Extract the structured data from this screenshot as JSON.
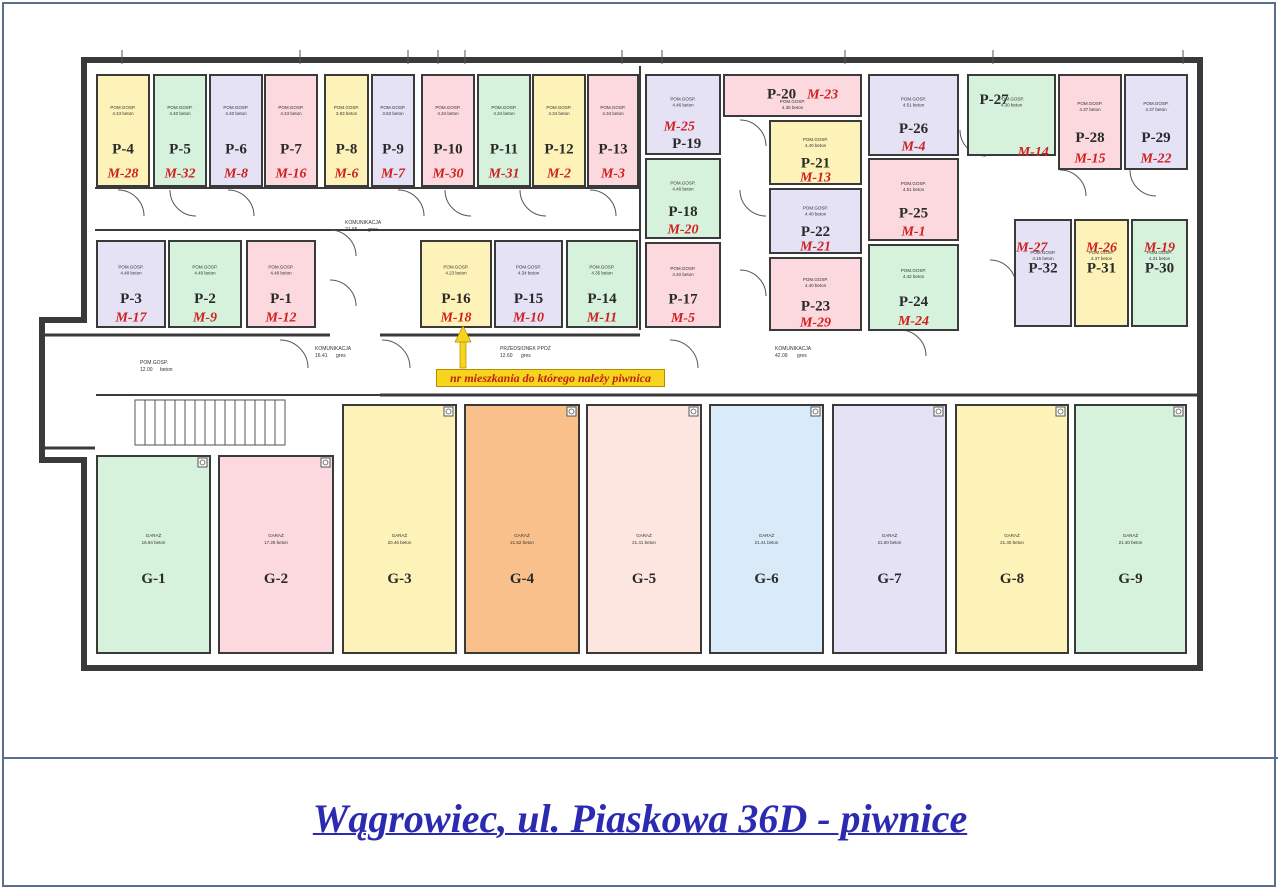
{
  "title": "Wągrowiec, ul. Piaskowa 36D - piwnice",
  "callout": "nr mieszkania do którego należy piwnica",
  "colors": {
    "yellow": "#fdf3b8",
    "green": "#d6f2dc",
    "lavender": "#e5e2f5",
    "pink": "#fbd9de",
    "peach": "#fde6e0",
    "orange": "#f9c08b",
    "blue": "#d9ebf9",
    "wall": "#3a3a3a",
    "title": "#2c2ab0",
    "owner": "#d11f1f"
  },
  "storage_label": "POM.GOSP.",
  "storage_material": "beton",
  "garage_label": "GARAŻ",
  "corridor_label": "KOMUNIKACJA",
  "corridor_material": "gres",
  "vestibule_label": "PRZEDSIONEK PPOŻ",
  "cellars": [
    {
      "id": "P-1",
      "owner": "M-12",
      "area": "4.48",
      "color": "pink"
    },
    {
      "id": "P-2",
      "owner": "M-9",
      "area": "4.49",
      "color": "green"
    },
    {
      "id": "P-3",
      "owner": "M-17",
      "area": "4.48",
      "color": "lavender"
    },
    {
      "id": "P-4",
      "owner": "M-28",
      "area": "4.43",
      "color": "yellow"
    },
    {
      "id": "P-5",
      "owner": "M-32",
      "area": "4.40",
      "color": "green"
    },
    {
      "id": "P-6",
      "owner": "M-8",
      "area": "4.40",
      "color": "lavender"
    },
    {
      "id": "P-7",
      "owner": "M-16",
      "area": "4.43",
      "color": "pink"
    },
    {
      "id": "P-8",
      "owner": "M-6",
      "area": "3.63",
      "color": "yellow"
    },
    {
      "id": "P-9",
      "owner": "M-7",
      "area": "3.63",
      "color": "lavender"
    },
    {
      "id": "P-10",
      "owner": "M-30",
      "area": "4.34",
      "color": "pink"
    },
    {
      "id": "P-11",
      "owner": "M-31",
      "area": "4.34",
      "color": "green"
    },
    {
      "id": "P-12",
      "owner": "M-2",
      "area": "4.34",
      "color": "yellow"
    },
    {
      "id": "P-13",
      "owner": "M-3",
      "area": "4.34",
      "color": "pink"
    },
    {
      "id": "P-14",
      "owner": "M-11",
      "area": "4.35",
      "color": "green"
    },
    {
      "id": "P-15",
      "owner": "M-10",
      "area": "4.34",
      "color": "lavender"
    },
    {
      "id": "P-16",
      "owner": "M-18",
      "area": "4.23",
      "color": "yellow"
    },
    {
      "id": "P-17",
      "owner": "M-5",
      "area": "4.40",
      "color": "pink"
    },
    {
      "id": "P-18",
      "owner": "M-20",
      "area": "4.46",
      "color": "green"
    },
    {
      "id": "P-19",
      "owner": "M-25",
      "area": "4.46",
      "color": "lavender"
    },
    {
      "id": "P-20",
      "owner": "M-23",
      "area": "4.35",
      "color": "pink"
    },
    {
      "id": "P-21",
      "owner": "M-13",
      "area": "4.40",
      "color": "yellow"
    },
    {
      "id": "P-22",
      "owner": "M-21",
      "area": "4.40",
      "color": "lavender"
    },
    {
      "id": "P-23",
      "owner": "M-29",
      "area": "4.40",
      "color": "pink"
    },
    {
      "id": "P-24",
      "owner": "M-24",
      "area": "4.42",
      "color": "green"
    },
    {
      "id": "P-25",
      "owner": "M-1",
      "area": "4.51",
      "color": "pink"
    },
    {
      "id": "P-26",
      "owner": "M-4",
      "area": "4.51",
      "color": "lavender"
    },
    {
      "id": "P-27",
      "owner": "M-14",
      "area": "4.30",
      "color": "green"
    },
    {
      "id": "P-28",
      "owner": "M-15",
      "area": "4.37",
      "color": "pink"
    },
    {
      "id": "P-29",
      "owner": "M-22",
      "area": "4.37",
      "color": "lavender"
    },
    {
      "id": "P-30",
      "owner": "M-19",
      "area": "4.31",
      "color": "green"
    },
    {
      "id": "P-31",
      "owner": "M-26",
      "area": "4.37",
      "color": "yellow"
    },
    {
      "id": "P-32",
      "owner": "M-27",
      "area": "4.15",
      "color": "lavender"
    }
  ],
  "garages": [
    {
      "id": "G-1",
      "area": "16.94",
      "color": "green"
    },
    {
      "id": "G-2",
      "area": "17.25",
      "color": "pink"
    },
    {
      "id": "G-3",
      "area": "20.46",
      "color": "yellow"
    },
    {
      "id": "G-4",
      "area": "21.52",
      "color": "orange"
    },
    {
      "id": "G-5",
      "area": "21.41",
      "color": "peach"
    },
    {
      "id": "G-6",
      "area": "21.41",
      "color": "blue"
    },
    {
      "id": "G-7",
      "area": "21.50",
      "color": "lavender"
    },
    {
      "id": "G-8",
      "area": "21.40",
      "color": "yellow"
    },
    {
      "id": "G-9",
      "area": "21.40",
      "color": "green"
    }
  ],
  "corridors": [
    {
      "label": "KOMUNIKACJA",
      "area": "21.65",
      "material": "gres"
    },
    {
      "label": "KOMUNIKACJA",
      "area": "16.41",
      "material": "gres"
    },
    {
      "label": "POM.GOSP.",
      "area": "12.00",
      "material": "beton"
    },
    {
      "label": "PRZEDSIONEK PPOŻ",
      "area": "12.60",
      "material": "gres"
    },
    {
      "label": "KOMUNIKACJA",
      "area": "42.09",
      "material": "gres"
    }
  ]
}
